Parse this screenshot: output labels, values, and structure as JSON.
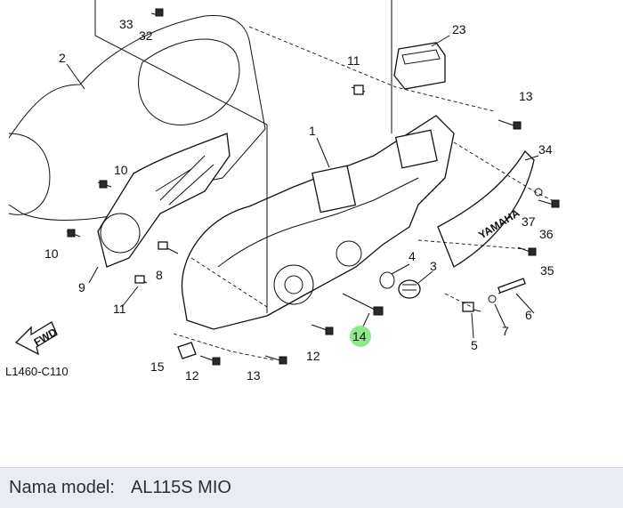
{
  "diagram": {
    "code": "L1460-C110",
    "fwd_label": "FWD",
    "brand_label": "YAMAHA",
    "highlight_color": "#8ee88e",
    "labels": [
      {
        "id": "33",
        "text": "33"
      },
      {
        "id": "32",
        "text": "32"
      },
      {
        "id": "2",
        "text": "2"
      },
      {
        "id": "23",
        "text": "23"
      },
      {
        "id": "11a",
        "text": "11"
      },
      {
        "id": "13a",
        "text": "13"
      },
      {
        "id": "1",
        "text": "1"
      },
      {
        "id": "34",
        "text": "34"
      },
      {
        "id": "10a",
        "text": "10"
      },
      {
        "id": "37",
        "text": "37"
      },
      {
        "id": "36",
        "text": "36"
      },
      {
        "id": "10b",
        "text": "10"
      },
      {
        "id": "4",
        "text": "4"
      },
      {
        "id": "3",
        "text": "3"
      },
      {
        "id": "35",
        "text": "35"
      },
      {
        "id": "9",
        "text": "9"
      },
      {
        "id": "8",
        "text": "8"
      },
      {
        "id": "6",
        "text": "6"
      },
      {
        "id": "11b",
        "text": "11"
      },
      {
        "id": "14",
        "text": "14"
      },
      {
        "id": "7",
        "text": "7"
      },
      {
        "id": "5",
        "text": "5"
      },
      {
        "id": "12a",
        "text": "12"
      },
      {
        "id": "15",
        "text": "15"
      },
      {
        "id": "12b",
        "text": "12"
      },
      {
        "id": "13b",
        "text": "13"
      }
    ]
  },
  "footer": {
    "model_label": "Nama model:",
    "model_value": "AL115S MIO"
  }
}
